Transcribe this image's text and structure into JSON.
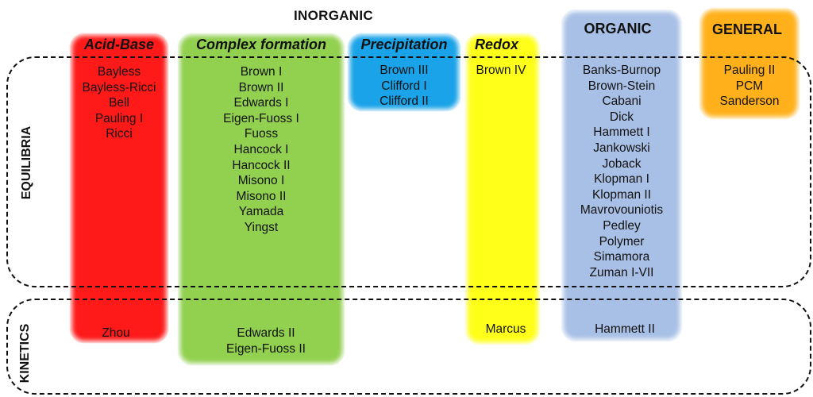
{
  "top_label": "INORGANIC",
  "regions": {
    "equilibria": "EQUILIBRIA",
    "kinetics": "KINETICS"
  },
  "columns": {
    "acid_base": {
      "title": "Acid-Base",
      "color": "#ff1a1a",
      "equilibria": [
        "Bayless",
        "Bayless-Ricci",
        "Bell",
        "Pauling I",
        "Ricci"
      ],
      "kinetics": [
        "Zhou"
      ]
    },
    "complex": {
      "title": "Complex formation",
      "color": "#92d050",
      "equilibria": [
        "Brown I",
        "Brown II",
        "Edwards I",
        "Eigen-Fuoss I",
        "Fuoss",
        "Hancock I",
        "Hancock II",
        "Misono I",
        "Misono II",
        "Yamada",
        "Yingst"
      ],
      "kinetics": [
        "Edwards II",
        "Eigen-Fuoss II"
      ]
    },
    "precipitation": {
      "title": "Precipitation",
      "color": "#1aa3e8",
      "equilibria": [
        "Brown III",
        "Clifford I",
        "Clifford II"
      ],
      "kinetics": []
    },
    "redox": {
      "title": "Redox",
      "color": "#ffff1a",
      "equilibria": [
        "Brown IV"
      ],
      "kinetics": [
        "Marcus"
      ]
    },
    "organic": {
      "title": "ORGANIC",
      "color": "#a9c0e6",
      "equilibria": [
        "Banks-Burnop",
        "Brown-Stein",
        "Cabani",
        "Dick",
        "Hammett I",
        "Jankowski",
        "Joback",
        "Klopman I",
        "Klopman II",
        "Mavrovouniotis",
        "Pedley",
        "Polymer",
        "Simamora",
        "Zuman I-VII"
      ],
      "kinetics": [
        "Hammett II"
      ]
    },
    "general": {
      "title": "GENERAL",
      "color": "#ffb01a",
      "equilibria": [
        "Pauling II",
        "PCM",
        "Sanderson"
      ],
      "kinetics": []
    }
  }
}
